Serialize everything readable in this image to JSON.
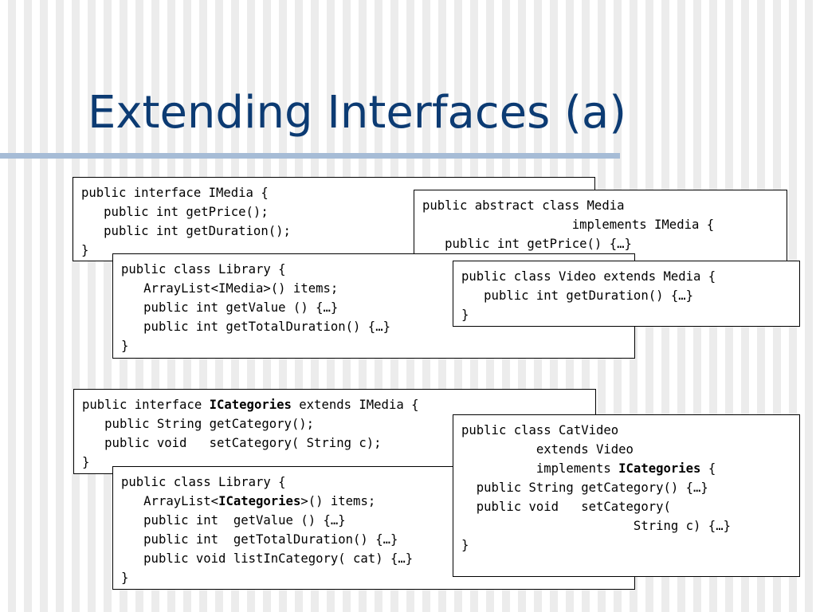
{
  "title": "Extending Interfaces (a)",
  "colors": {
    "title": "#0c3b73",
    "rule": "#a6bcd6",
    "stripe_light": "#ffffff",
    "stripe_dark": "#ececec"
  },
  "code_boxes": [
    {
      "id": "imedia",
      "lines": [
        [
          {
            "t": "public interface IMedia {"
          }
        ],
        [
          {
            "t": "   public int getPrice();"
          }
        ],
        [
          {
            "t": "   public int getDuration();"
          }
        ],
        [
          {
            "t": "}"
          }
        ]
      ]
    },
    {
      "id": "media",
      "lines": [
        [
          {
            "t": "public abstract class Media"
          }
        ],
        [
          {
            "t": "                    implements IMedia {"
          }
        ],
        [
          {
            "t": "   public int getPrice() {…}"
          }
        ],
        [
          {
            "t": "}"
          }
        ]
      ]
    },
    {
      "id": "library1",
      "lines": [
        [
          {
            "t": "public class Library {"
          }
        ],
        [
          {
            "t": "   ArrayList<IMedia>() items;"
          }
        ],
        [
          {
            "t": "   public int getValue () {…}"
          }
        ],
        [
          {
            "t": "   public int getTotalDuration() {…}"
          }
        ],
        [
          {
            "t": "}"
          }
        ]
      ]
    },
    {
      "id": "video",
      "lines": [
        [
          {
            "t": "public class Video extends Media {"
          }
        ],
        [
          {
            "t": "   public int getDuration() {…}"
          }
        ],
        [
          {
            "t": "}"
          }
        ]
      ]
    },
    {
      "id": "icat",
      "lines": [
        [
          {
            "t": "public interface "
          },
          {
            "t": "ICategories",
            "b": true
          },
          {
            "t": " extends IMedia {"
          }
        ],
        [
          {
            "t": "   public String getCategory();"
          }
        ],
        [
          {
            "t": "   public void   setCategory( String c);"
          }
        ],
        [
          {
            "t": "}"
          }
        ]
      ]
    },
    {
      "id": "library2",
      "lines": [
        [
          {
            "t": "public class Library {"
          }
        ],
        [
          {
            "t": "   ArrayList<"
          },
          {
            "t": "ICategories",
            "b": true
          },
          {
            "t": ">() items;"
          }
        ],
        [
          {
            "t": "   public int  getValue () {…}"
          }
        ],
        [
          {
            "t": "   public int  getTotalDuration() {…}"
          }
        ],
        [
          {
            "t": "   public void listInCategory( cat) {…}"
          }
        ],
        [
          {
            "t": "}"
          }
        ]
      ]
    },
    {
      "id": "catvideo",
      "lines": [
        [
          {
            "t": "public class CatVideo"
          }
        ],
        [
          {
            "t": "          extends Video"
          }
        ],
        [
          {
            "t": "          implements "
          },
          {
            "t": "ICategories",
            "b": true
          },
          {
            "t": " {"
          }
        ],
        [
          {
            "t": "  public String getCategory() {…}"
          }
        ],
        [
          {
            "t": "  public void   setCategory("
          }
        ],
        [
          {
            "t": "                       String c) {…}"
          }
        ],
        [
          {
            "t": ""
          }
        ],
        [
          {
            "t": "}"
          }
        ]
      ]
    }
  ]
}
